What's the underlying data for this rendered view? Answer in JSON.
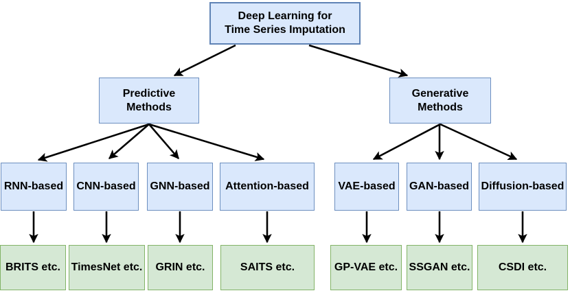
{
  "diagram": {
    "title": "Deep Learning for Time Series Imputation",
    "colors": {
      "category_fill": "#dae8fc",
      "category_border": "#6c8ebf",
      "example_fill": "#d5e8d4",
      "example_border": "#82b366",
      "arrow": "#000000",
      "text": "#000000",
      "background": "#ffffff"
    },
    "nodes": {
      "root": {
        "label": "Deep Learning for\nTime Series Imputation"
      },
      "predictive": {
        "label": "Predictive\nMethods"
      },
      "generative": {
        "label": "Generative\nMethods"
      },
      "rnn": {
        "label": "RNN-based"
      },
      "cnn": {
        "label": "CNN-based"
      },
      "gnn": {
        "label": "GNN-based"
      },
      "attention": {
        "label": "Attention-based"
      },
      "vae": {
        "label": "VAE-based"
      },
      "gan": {
        "label": "GAN-based"
      },
      "diffusion": {
        "label": "Diffusion-based"
      },
      "brits": {
        "label": "BRITS etc."
      },
      "timesnet": {
        "label": "TimesNet etc."
      },
      "grin": {
        "label": "GRIN etc."
      },
      "saits": {
        "label": "SAITS etc."
      },
      "gpvae": {
        "label": "GP-VAE etc."
      },
      "ssgan": {
        "label": "SSGAN etc."
      },
      "csdi": {
        "label": "CSDI etc."
      }
    },
    "edges": [
      {
        "from": "root",
        "to": "predictive"
      },
      {
        "from": "root",
        "to": "generative"
      },
      {
        "from": "predictive",
        "to": "rnn"
      },
      {
        "from": "predictive",
        "to": "cnn"
      },
      {
        "from": "predictive",
        "to": "gnn"
      },
      {
        "from": "predictive",
        "to": "attention"
      },
      {
        "from": "generative",
        "to": "vae"
      },
      {
        "from": "generative",
        "to": "gan"
      },
      {
        "from": "generative",
        "to": "diffusion"
      },
      {
        "from": "rnn",
        "to": "brits"
      },
      {
        "from": "cnn",
        "to": "timesnet"
      },
      {
        "from": "gnn",
        "to": "grin"
      },
      {
        "from": "attention",
        "to": "saits"
      },
      {
        "from": "vae",
        "to": "gpvae"
      },
      {
        "from": "gan",
        "to": "ssgan"
      },
      {
        "from": "diffusion",
        "to": "csdi"
      }
    ]
  }
}
